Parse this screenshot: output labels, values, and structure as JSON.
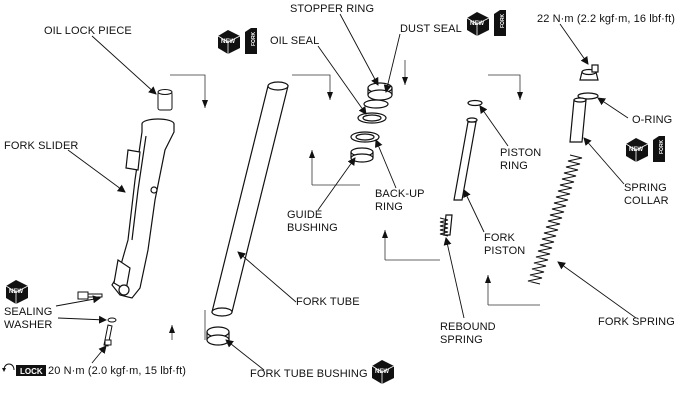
{
  "labels": {
    "oil_lock_piece": "OIL LOCK PIECE",
    "fork_slider": "FORK SLIDER",
    "sealing_washer_1": "SEALING",
    "sealing_washer_2": "WASHER",
    "torque_bolt": "20 N·m (2.0 kgf·m, 15 lbf·ft)",
    "stopper_ring": "STOPPER RING",
    "oil_seal": "OIL SEAL",
    "dust_seal": "DUST SEAL",
    "back_up_ring_1": "BACK-UP",
    "back_up_ring_2": "RING",
    "guide_bushing_1": "GUIDE",
    "guide_bushing_2": "BUSHING",
    "fork_tube": "FORK TUBE",
    "fork_tube_bushing": "FORK TUBE BUSHING",
    "piston_ring_1": "PISTON",
    "piston_ring_2": "RING",
    "fork_piston_1": "FORK",
    "fork_piston_2": "PISTON",
    "rebound_spring_1": "REBOUND",
    "rebound_spring_2": "SPRING",
    "torque_cap": "22 N·m (2.2 kgf·m, 16 lbf·ft)",
    "o_ring": "O-RING",
    "spring_collar_1": "SPRING",
    "spring_collar_2": "COLLAR",
    "fork_spring": "FORK SPRING"
  },
  "badges": {
    "new": "NEW",
    "fork_oil": "FORK",
    "lock": "LOCK"
  },
  "colors": {
    "line": "#111111",
    "text": "#111111",
    "badge_fill": "#111111",
    "badge_text": "#ffffff"
  }
}
